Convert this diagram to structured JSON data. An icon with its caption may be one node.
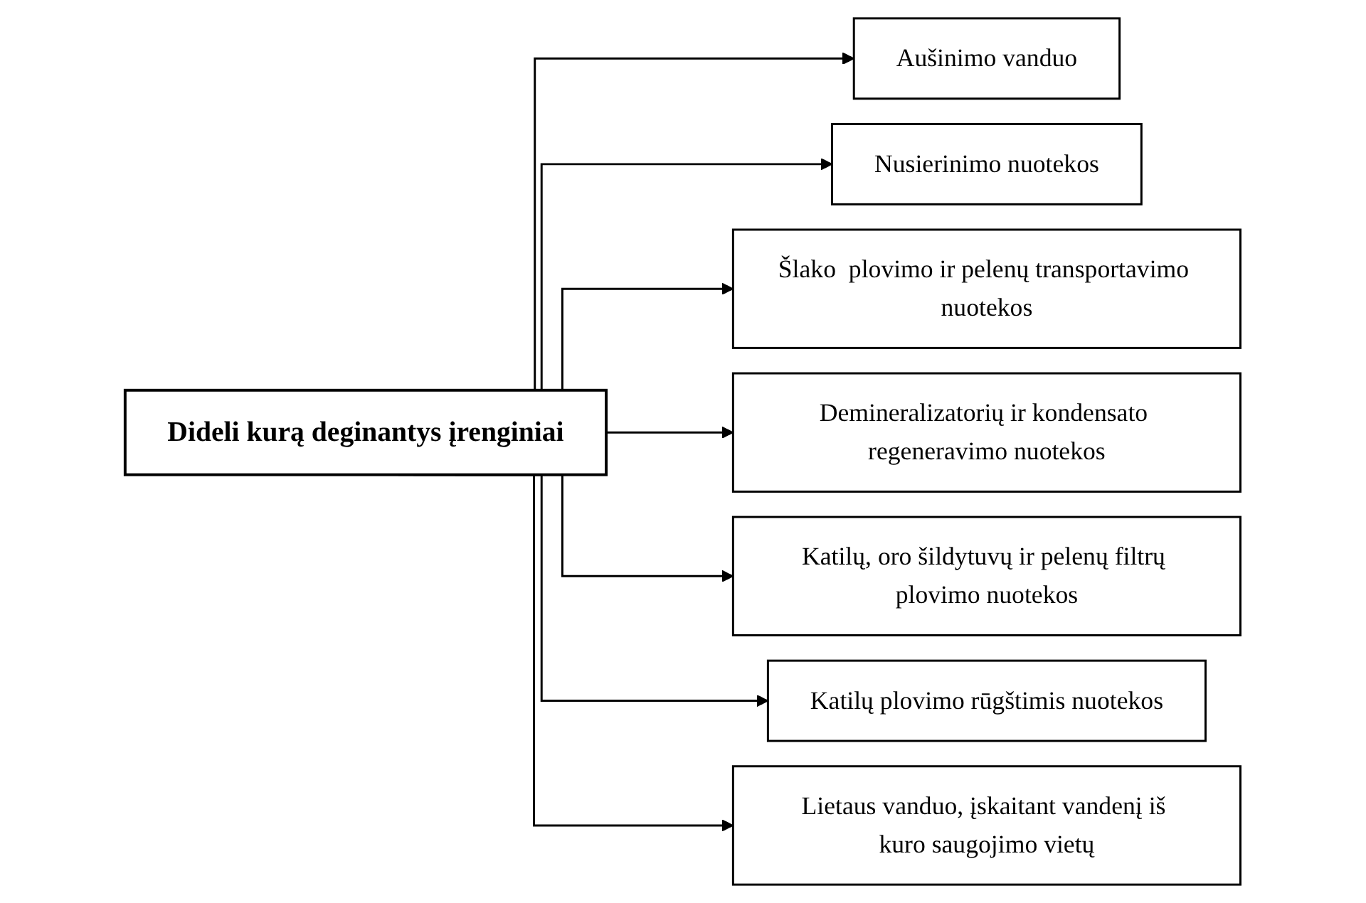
{
  "diagram": {
    "nodes": [
      {
        "text": [
          "Dideli kurą deginantys įrenginiai"
        ]
      },
      {
        "text": [
          "Aušinimo vanduo"
        ]
      },
      {
        "text": [
          "Nusierinimo nuotekos"
        ]
      },
      {
        "text": [
          "Šlako  plovimo ir pelenų transportavimo nuotekos"
        ]
      },
      {
        "text": [
          "Demineralizatorių ir kondensato regeneravimo nuotekos"
        ]
      },
      {
        "text": [
          "Katilų, oro šildytuvų ir pelenų filtrų plovimo nuotekos"
        ]
      },
      {
        "text": [
          "Katilų plovimo rūgštimis nuotekos"
        ]
      },
      {
        "text": [
          "Lietaus vanduo, įskaitant vandenį iš kuro saugojimo vietų"
        ]
      }
    ],
    "edges": [
      {
        "from": 0,
        "to": 1,
        "arrow": "to"
      },
      {
        "from": 0,
        "to": 2,
        "arrow": "to"
      },
      {
        "from": 0,
        "to": 3,
        "arrow": "to"
      },
      {
        "from": 0,
        "to": 4,
        "arrow": "to"
      },
      {
        "from": 0,
        "to": 5,
        "arrow": "to"
      },
      {
        "from": 0,
        "to": 6,
        "arrow": "to"
      },
      {
        "from": 0,
        "to": 7,
        "arrow": "to"
      }
    ]
  }
}
